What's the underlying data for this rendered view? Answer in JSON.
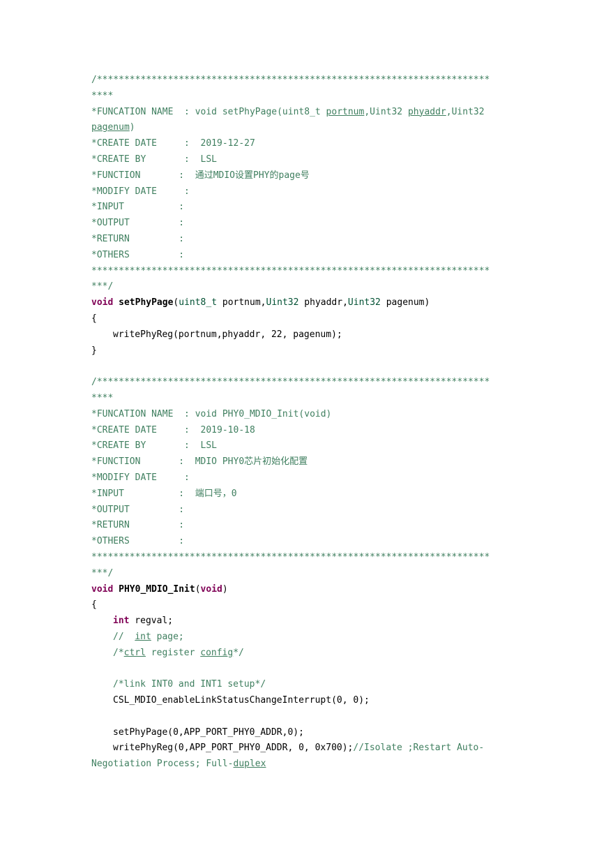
{
  "block1": {
    "border_top": "/************************************************************************",
    "border_top_cont": "****",
    "func_label": "*FUNCATION NAME  : void setPhyPage(uint8_t ",
    "func_p1": "portnum",
    "func_mid1": ",Uint32 ",
    "func_p2": "phyaddr",
    "func_mid2": ",Uint32",
    "func_p3": "pagenum",
    "func_end": ")",
    "create_date": "*CREATE DATE     :  2019-12-27",
    "create_by": "*CREATE BY       :  LSL",
    "function": "*FUNCTION       :  通过MDIO设置PHY的page号",
    "modify_date": "*MODIFY DATE     :",
    "input": "*INPUT          :",
    "output": "*OUTPUT         :",
    "return": "*RETURN         :",
    "others": "*OTHERS         :",
    "border_bottom": "*************************************************************************",
    "border_bottom_cont": "***/",
    "decl_kw": "void",
    "decl_name": "setPhyPage",
    "decl_open": "(",
    "decl_t1": "uint8_t",
    "decl_a1": " portnum,",
    "decl_t2": "Uint32",
    "decl_a2": " phyaddr,",
    "decl_t3": "Uint32",
    "decl_a3": " pagenum)",
    "brace_open": "{",
    "body_1": "writePhyReg(portnum,phyaddr, 22, pagenum);",
    "brace_close": "}"
  },
  "block2": {
    "border_top": "/************************************************************************",
    "border_top_cont": "****",
    "func_label": "*FUNCATION NAME  : void PHY0_MDIO_Init(void)",
    "create_date": "*CREATE DATE     :  2019-10-18",
    "create_by": "*CREATE BY       :  LSL",
    "function": "*FUNCTION       :  MDIO PHY0芯片初始化配置",
    "modify_date": "*MODIFY DATE     :",
    "input": "*INPUT          :  端口号，0",
    "output": "*OUTPUT         :",
    "return": "*RETURN         :",
    "others": "*OTHERS         :",
    "border_bottom": "*************************************************************************",
    "border_bottom_cont": "***/",
    "decl_kw": "void",
    "decl_name": "PHY0_MDIO_Init",
    "decl_open": "(",
    "decl_void": "void",
    "decl_close": ")",
    "brace_open": "{",
    "int_kw": "int",
    "int_var": " regval;",
    "cm_page_pre": "//  ",
    "cm_page_int": "int",
    "cm_page_post": " page;",
    "cm_ctrl_pre": "/*",
    "cm_ctrl_word": "ctrl",
    "cm_ctrl_mid": " register ",
    "cm_ctrl_config": "config",
    "cm_ctrl_end": "*/",
    "cm_link": "/*link INT0 and INT1 setup*/",
    "call_link": "CSL_MDIO_enableLinkStatusChangeInterrupt(0, 0);",
    "call_setpage": "setPhyPage(0,APP_PORT_PHY0_ADDR,0);",
    "call_write": "writePhyReg(0,APP_PORT_PHY0_ADDR, 0, 0x700);",
    "cm_write": "//Isolate ;Restart Auto-",
    "cm_write_cont_pre": "Negotiation Process; Full-",
    "cm_write_cont_u": "duplex"
  }
}
